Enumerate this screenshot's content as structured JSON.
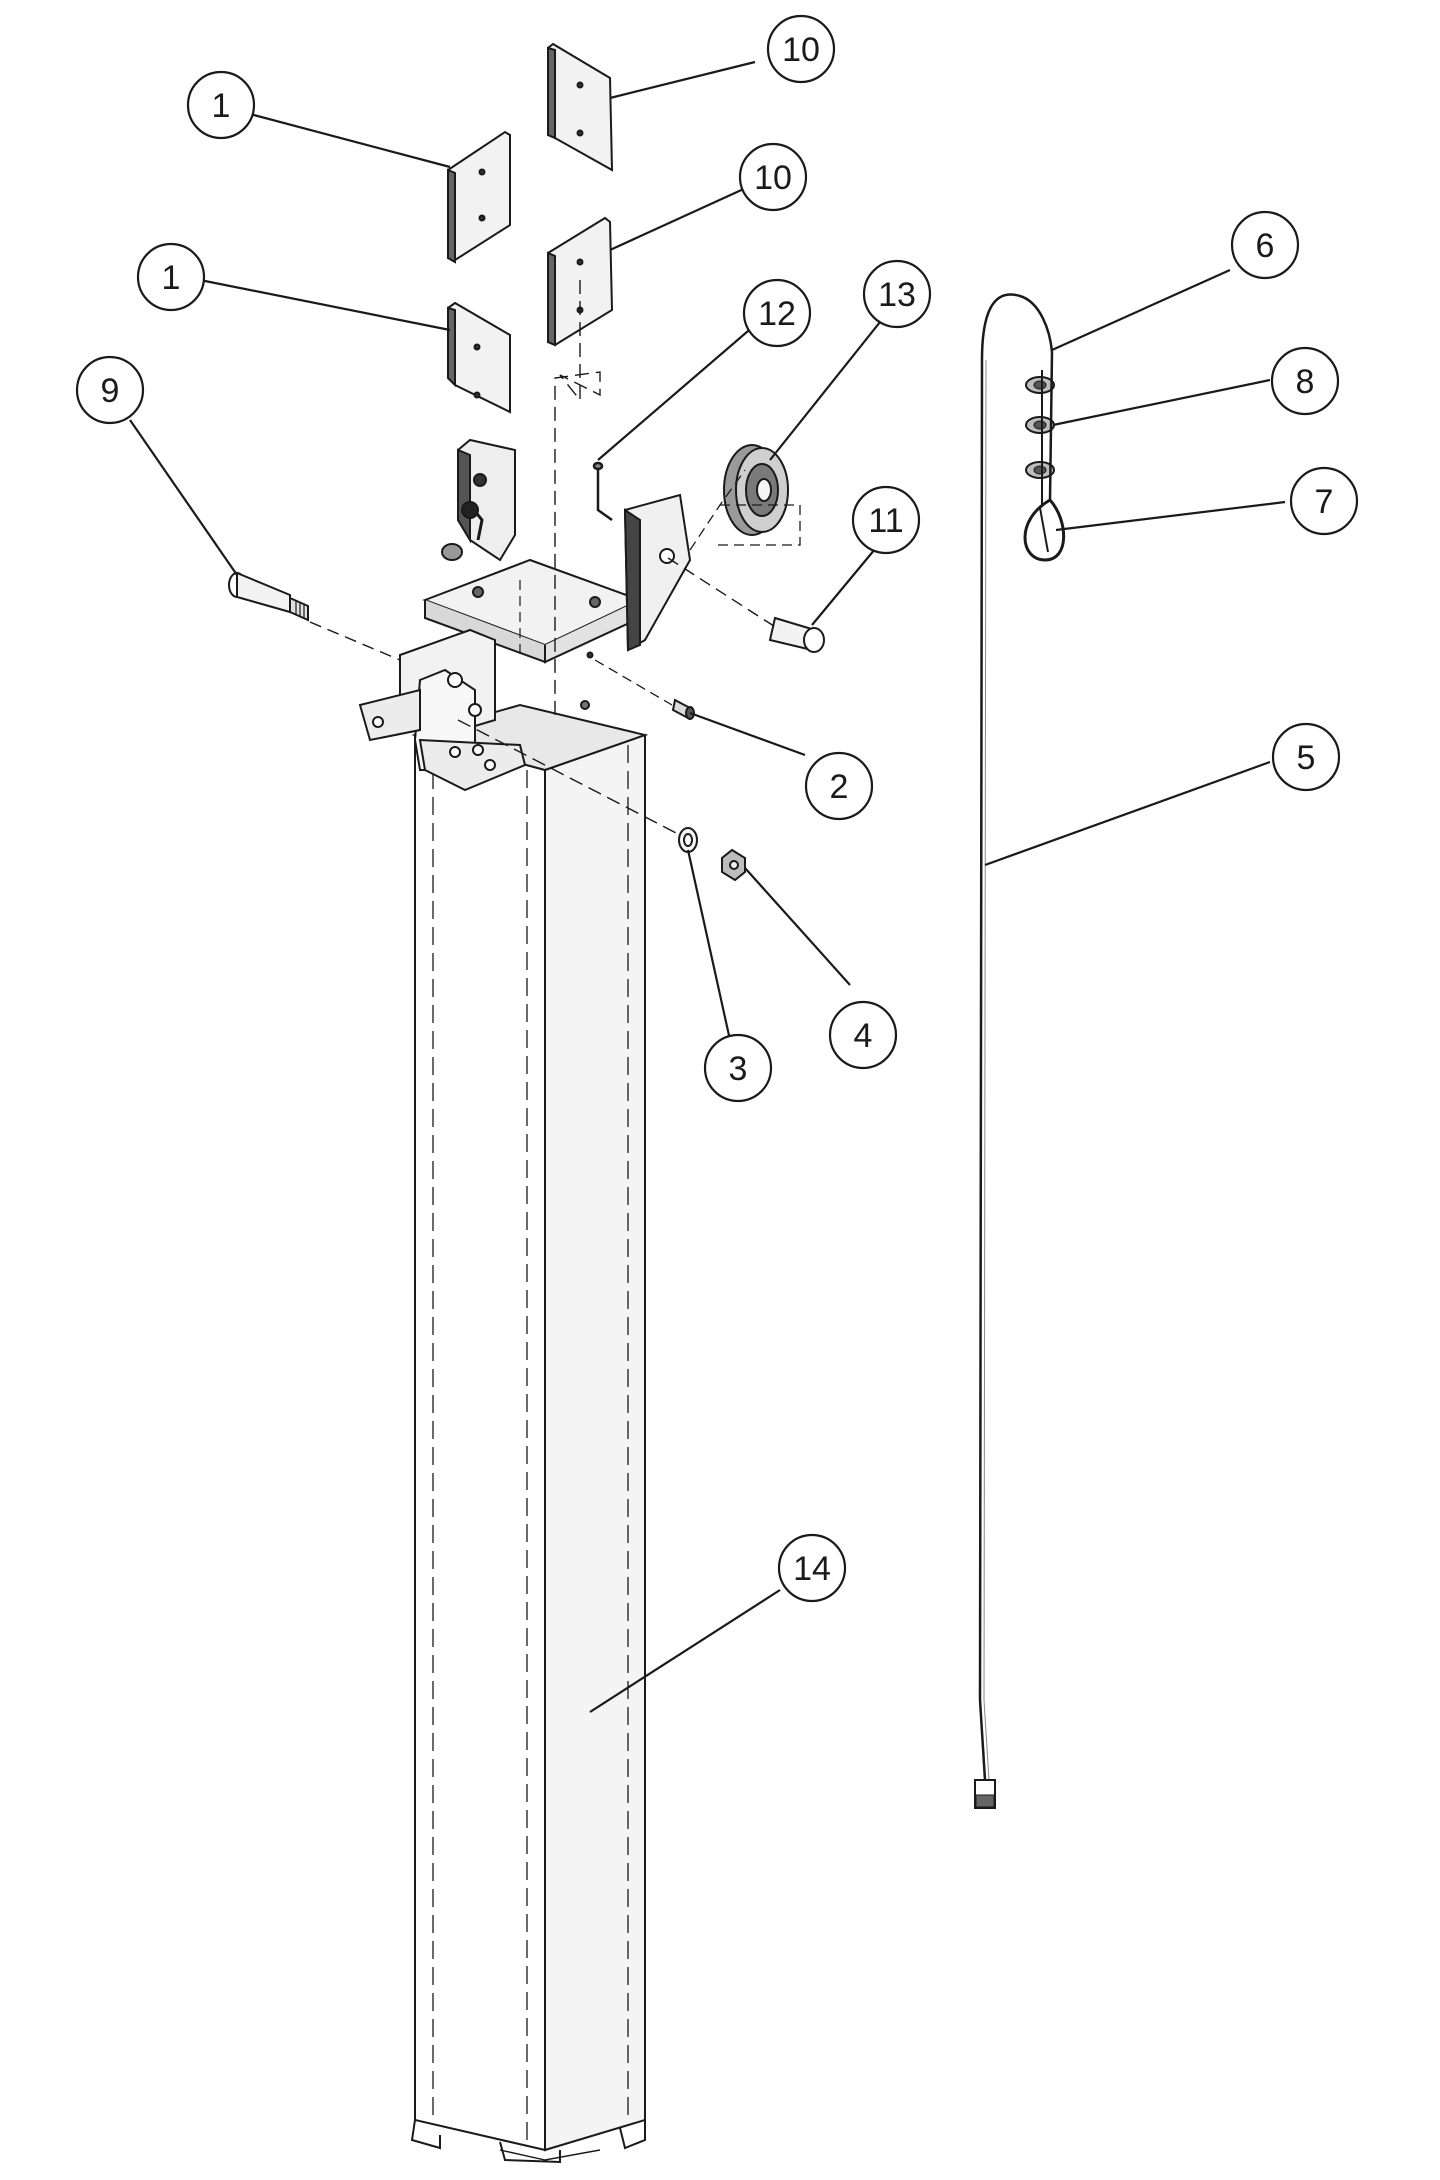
{
  "diagram": {
    "callouts": [
      {
        "id": "c1a",
        "label": "1"
      },
      {
        "id": "c1b",
        "label": "1"
      },
      {
        "id": "c10a",
        "label": "10"
      },
      {
        "id": "c10b",
        "label": "10"
      },
      {
        "id": "c12",
        "label": "12"
      },
      {
        "id": "c13",
        "label": "13"
      },
      {
        "id": "c9",
        "label": "9"
      },
      {
        "id": "c11",
        "label": "11"
      },
      {
        "id": "c2",
        "label": "2"
      },
      {
        "id": "c3",
        "label": "3"
      },
      {
        "id": "c4",
        "label": "4"
      },
      {
        "id": "c6",
        "label": "6"
      },
      {
        "id": "c8",
        "label": "8"
      },
      {
        "id": "c7",
        "label": "7"
      },
      {
        "id": "c5",
        "label": "5"
      },
      {
        "id": "c14",
        "label": "14"
      }
    ],
    "colors": {
      "line": "#1a1a1a",
      "plate_edge": "#3a3a3a",
      "plate_face": "#f2f2f2",
      "shade": "#9a9a9a",
      "background": "#ffffff"
    }
  }
}
